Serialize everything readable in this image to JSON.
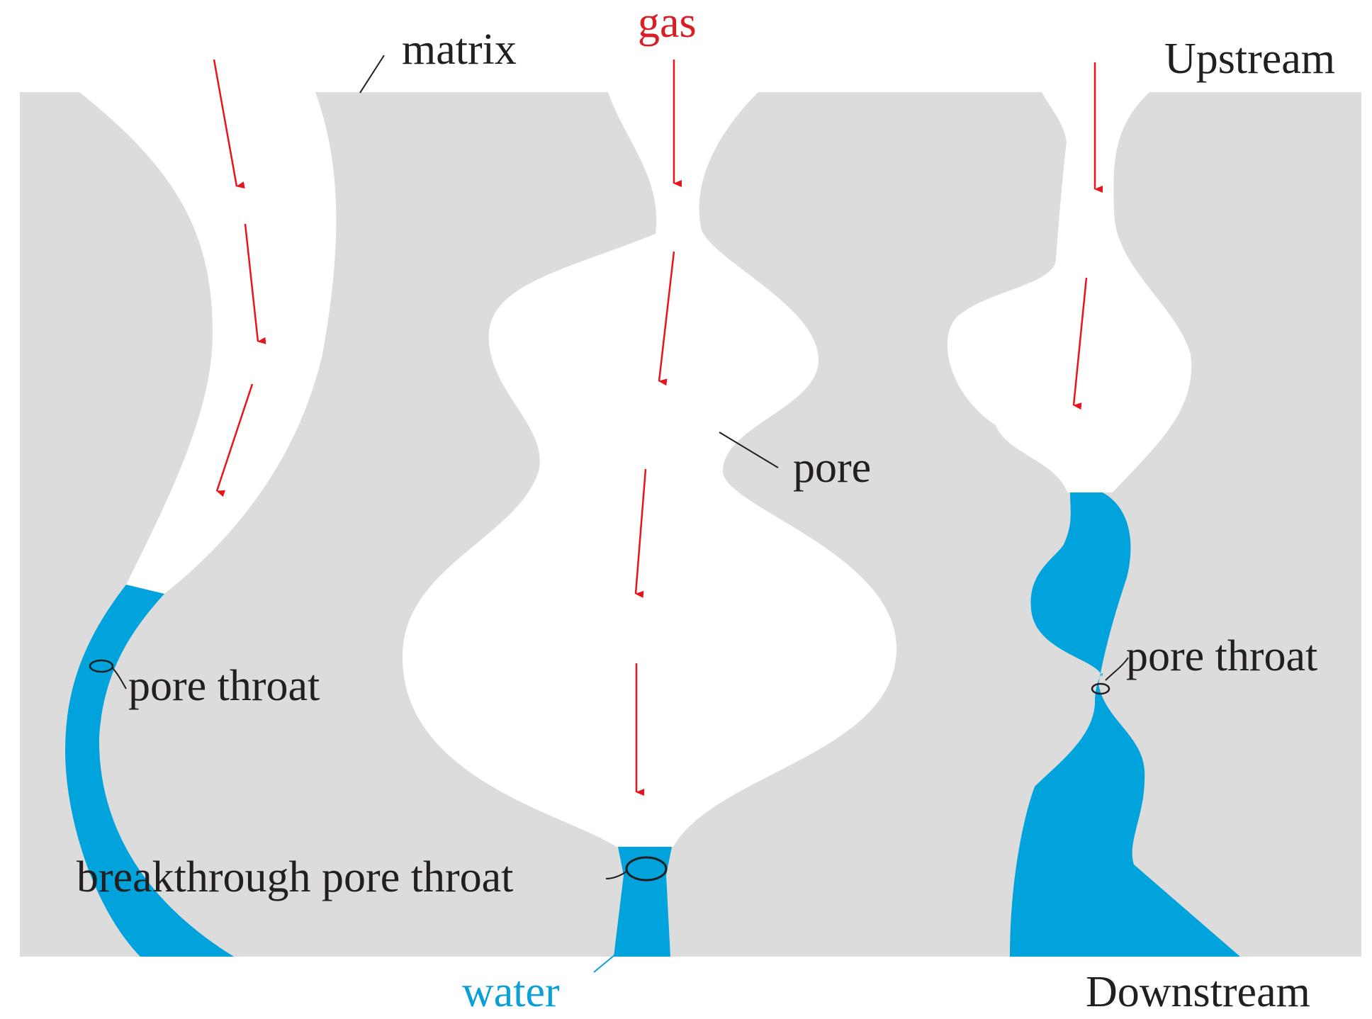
{
  "labels": {
    "matrix": "matrix",
    "gas": "gas",
    "upstream": "Upstream",
    "pore": "pore",
    "pore_throat_left": "pore throat",
    "pore_throat_right": "pore throat",
    "breakthrough_pore_throat": "breakthrough pore throat",
    "water": "water",
    "downstream": "Downstream"
  },
  "colors": {
    "matrix": "#dcdcdc",
    "pore_space": "#ffffff",
    "water": "#00a3dc",
    "gas_arrow": "#e8141b",
    "gas_label": "#d81f26",
    "water_label": "#0aa0d6",
    "text": "#231f20"
  }
}
